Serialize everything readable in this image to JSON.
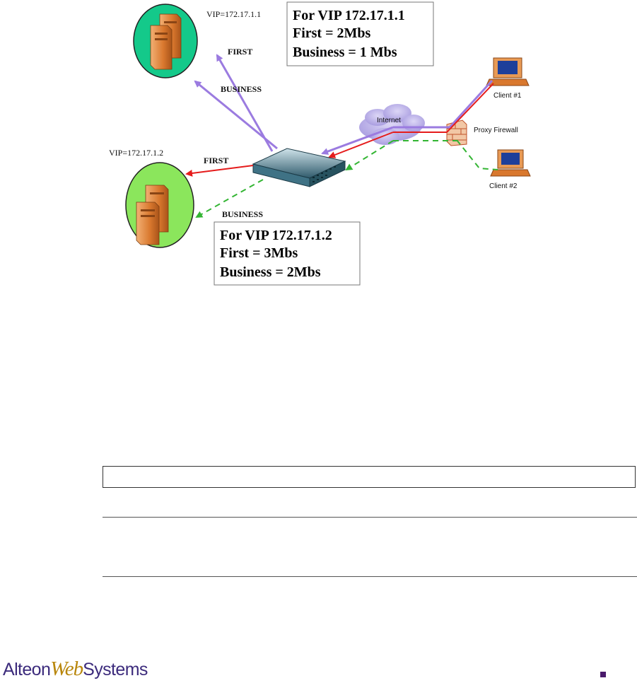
{
  "diagram": {
    "vip1_label": "VIP=172.17.1.1",
    "vip2_label": "VIP=172.17.1.2",
    "box1": {
      "line1": "For  VIP 172.17.1.1",
      "line2": "First = 2Mbs",
      "line3": "Business = 1 Mbs"
    },
    "box2": {
      "line1": "For  VIP 172.17.1.2",
      "line2": "First = 3Mbs",
      "line3": "Business = 2Mbs"
    },
    "first_label": "FIRST",
    "business_label": "BUSINESS",
    "internet_label": "Internet",
    "proxy_label": "Proxy Firewall",
    "client1_label": "Client #1",
    "client2_label": "Client #2",
    "colors": {
      "first": "#e51c1c",
      "business_green": "#33b533",
      "purple": "#9b7be0",
      "vip1_fill": "#14c98a",
      "vip2_fill": "#8be65c"
    }
  },
  "footer": {
    "logo_part1": "Alteon",
    "logo_part2": "Web",
    "logo_part3": "Systems"
  }
}
